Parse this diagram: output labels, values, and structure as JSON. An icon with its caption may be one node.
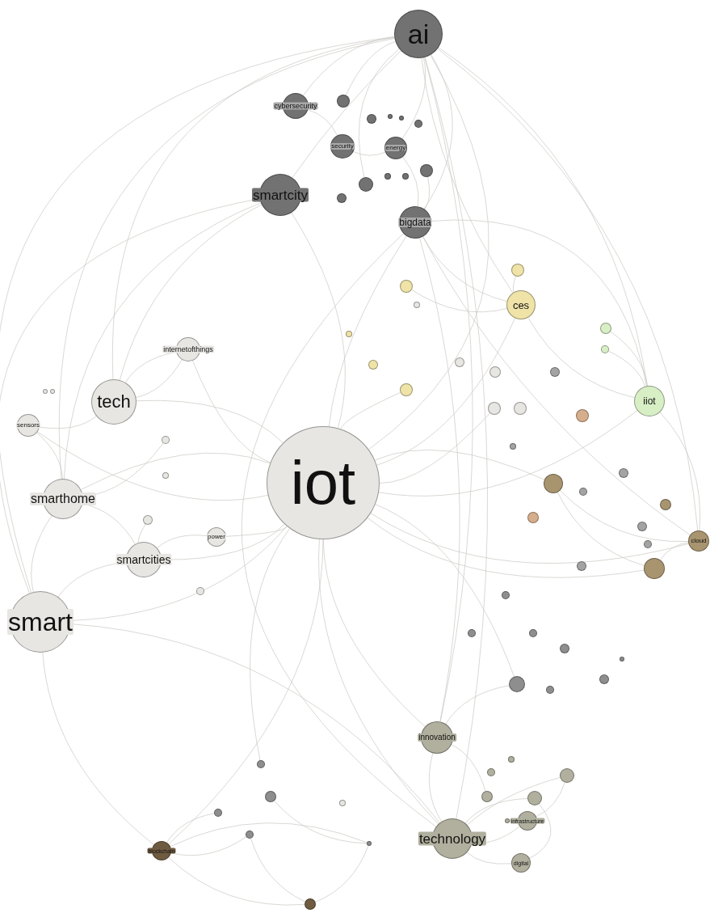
{
  "diagram": {
    "nodes": [
      {
        "text": [
          "ai"
        ]
      },
      {
        "text": [
          "cybersecurity"
        ]
      },
      {
        "text": [
          "security"
        ]
      },
      {
        "text": [
          "energy"
        ]
      },
      {
        "text": [
          "smartcity"
        ]
      },
      {
        "text": [
          "bigdata"
        ]
      },
      {
        "text": [
          "ces"
        ]
      },
      {
        "text": [
          "iiot"
        ]
      },
      {
        "text": [
          "internetofthings"
        ]
      },
      {
        "text": [
          "tech"
        ]
      },
      {
        "text": [
          "sensors"
        ]
      },
      {
        "text": [
          "smarthome"
        ]
      },
      {
        "text": [
          "smartcities"
        ]
      },
      {
        "text": [
          "smart"
        ]
      },
      {
        "text": [
          "iot"
        ]
      },
      {
        "text": [
          "power"
        ]
      },
      {
        "text": [
          "innovation"
        ]
      },
      {
        "text": [
          "technology"
        ]
      },
      {
        "text": [
          "infrastructure"
        ]
      },
      {
        "text": [
          "digital"
        ]
      },
      {
        "text": [
          "cloud"
        ]
      },
      {
        "text": [
          "blockchain"
        ]
      },
      {
        "text": [],
        "shape": "circle"
      },
      {
        "text": [],
        "shape": "circle"
      },
      {
        "text": [],
        "shape": "circle"
      },
      {
        "text": [],
        "shape": "circle"
      },
      {
        "text": [],
        "shape": "circle"
      },
      {
        "text": [],
        "shape": "circle"
      },
      {
        "text": [],
        "shape": "circle"
      },
      {
        "text": [],
        "shape": "circle"
      },
      {
        "text": [],
        "shape": "circle"
      },
      {
        "text": [],
        "shape": "circle"
      },
      {
        "text": [],
        "shape": "circle"
      },
      {
        "text": [],
        "shape": "circle"
      },
      {
        "text": [],
        "shape": "circle"
      },
      {
        "text": [],
        "shape": "circle"
      },
      {
        "text": [],
        "shape": "circle"
      },
      {
        "text": [],
        "shape": "circle"
      },
      {
        "text": [],
        "shape": "circle"
      },
      {
        "text": [],
        "shape": "circle"
      },
      {
        "text": [],
        "shape": "circle"
      },
      {
        "text": [],
        "shape": "circle"
      },
      {
        "text": [],
        "shape": "circle"
      },
      {
        "text": [],
        "shape": "circle"
      },
      {
        "text": [],
        "shape": "circle"
      },
      {
        "text": [],
        "shape": "circle"
      },
      {
        "text": [],
        "shape": "circle"
      },
      {
        "text": [],
        "shape": "circle"
      },
      {
        "text": [],
        "shape": "circle"
      },
      {
        "text": [],
        "shape": "circle"
      },
      {
        "text": [],
        "shape": "circle"
      },
      {
        "text": [],
        "shape": "circle"
      },
      {
        "text": [],
        "shape": "circle"
      },
      {
        "text": [],
        "shape": "circle"
      },
      {
        "text": [],
        "shape": "circle"
      },
      {
        "text": [],
        "shape": "circle"
      },
      {
        "text": [],
        "shape": "circle"
      },
      {
        "text": [],
        "shape": "circle"
      },
      {
        "text": [],
        "shape": "circle"
      },
      {
        "text": [],
        "shape": "circle"
      },
      {
        "text": [],
        "shape": "circle"
      },
      {
        "text": [],
        "shape": "circle"
      },
      {
        "text": [],
        "shape": "circle"
      },
      {
        "text": [],
        "shape": "circle"
      },
      {
        "text": [],
        "shape": "circle"
      },
      {
        "text": [],
        "shape": "circle"
      },
      {
        "text": [],
        "shape": "circle"
      },
      {
        "text": [],
        "shape": "circle"
      },
      {
        "text": [],
        "shape": "circle"
      },
      {
        "text": [],
        "shape": "circle"
      },
      {
        "text": [],
        "shape": "circle"
      },
      {
        "text": [],
        "shape": "circle"
      },
      {
        "text": [],
        "shape": "circle"
      },
      {
        "text": [],
        "shape": "circle"
      },
      {
        "text": [],
        "shape": "circle"
      },
      {
        "text": [],
        "shape": "circle"
      },
      {
        "text": [],
        "shape": "circle"
      },
      {
        "text": [],
        "shape": "circle"
      },
      {
        "text": [],
        "shape": "circle"
      },
      {
        "text": [],
        "shape": "circle"
      },
      {
        "text": [],
        "shape": "circle"
      },
      {
        "text": [],
        "shape": "circle"
      },
      {
        "text": [],
        "shape": "circle"
      }
    ],
    "edges": [
      {
        "from": 0,
        "to": 4,
        "arrow": "none"
      },
      {
        "from": 0,
        "to": 5,
        "arrow": "none"
      },
      {
        "from": 0,
        "to": 1,
        "arrow": "none"
      },
      {
        "from": 0,
        "to": 3,
        "arrow": "none"
      },
      {
        "from": 0,
        "to": 14,
        "arrow": "none"
      },
      {
        "from": 0,
        "to": 9,
        "arrow": "none"
      },
      {
        "from": 0,
        "to": 13,
        "arrow": "none"
      },
      {
        "from": 0,
        "to": 7,
        "arrow": "none"
      },
      {
        "from": 0,
        "to": 20,
        "arrow": "none"
      },
      {
        "from": 0,
        "to": 17,
        "arrow": "none"
      },
      {
        "from": 0,
        "to": 16,
        "arrow": "none"
      },
      {
        "from": 0,
        "to": 6,
        "arrow": "none"
      },
      {
        "from": 0,
        "to": 11,
        "arrow": "none"
      },
      {
        "from": 14,
        "to": 9,
        "arrow": "none"
      },
      {
        "from": 14,
        "to": 11,
        "arrow": "none"
      },
      {
        "from": 14,
        "to": 12,
        "arrow": "none"
      },
      {
        "from": 14,
        "to": 13,
        "arrow": "none"
      },
      {
        "from": 14,
        "to": 8,
        "arrow": "none"
      },
      {
        "from": 14,
        "to": 4,
        "arrow": "none"
      },
      {
        "from": 14,
        "to": 5,
        "arrow": "none"
      },
      {
        "from": 14,
        "to": 6,
        "arrow": "none"
      },
      {
        "from": 14,
        "to": 7,
        "arrow": "none"
      },
      {
        "from": 14,
        "to": 16,
        "arrow": "none"
      },
      {
        "from": 14,
        "to": 17,
        "arrow": "none"
      },
      {
        "from": 14,
        "to": 20,
        "arrow": "none"
      },
      {
        "from": 14,
        "to": 46,
        "arrow": "none"
      },
      {
        "from": 14,
        "to": 10,
        "arrow": "none"
      },
      {
        "from": 14,
        "to": 15,
        "arrow": "none"
      },
      {
        "from": 14,
        "to": 54,
        "arrow": "none"
      },
      {
        "from": 14,
        "to": 21,
        "arrow": "none"
      },
      {
        "from": 4,
        "to": 13,
        "arrow": "none"
      },
      {
        "from": 4,
        "to": 11,
        "arrow": "none"
      },
      {
        "from": 4,
        "to": 9,
        "arrow": "none"
      },
      {
        "from": 1,
        "to": 2,
        "arrow": "none"
      },
      {
        "from": 2,
        "to": 3,
        "arrow": "none"
      },
      {
        "from": 3,
        "to": 5,
        "arrow": "none"
      },
      {
        "from": 5,
        "to": 6,
        "arrow": "none"
      },
      {
        "from": 5,
        "to": 7,
        "arrow": "none"
      },
      {
        "from": 5,
        "to": 20,
        "arrow": "none"
      },
      {
        "from": 6,
        "to": 32,
        "arrow": "none"
      },
      {
        "from": 6,
        "to": 7,
        "arrow": "none"
      },
      {
        "from": 7,
        "to": 44,
        "arrow": "none"
      },
      {
        "from": 7,
        "to": 45,
        "arrow": "none"
      },
      {
        "from": 9,
        "to": 10,
        "arrow": "none"
      },
      {
        "from": 9,
        "to": 8,
        "arrow": "none"
      },
      {
        "from": 10,
        "to": 11,
        "arrow": "none"
      },
      {
        "from": 11,
        "to": 13,
        "arrow": "none"
      },
      {
        "from": 11,
        "to": 12,
        "arrow": "none"
      },
      {
        "from": 12,
        "to": 13,
        "arrow": "none"
      },
      {
        "from": 12,
        "to": 15,
        "arrow": "none"
      },
      {
        "from": 13,
        "to": 21,
        "arrow": "none"
      },
      {
        "from": 13,
        "to": 17,
        "arrow": "none"
      },
      {
        "from": 16,
        "to": 17,
        "arrow": "none"
      },
      {
        "from": 16,
        "to": 75,
        "arrow": "none"
      },
      {
        "from": 17,
        "to": 19,
        "arrow": "none"
      },
      {
        "from": 17,
        "to": 18,
        "arrow": "none"
      },
      {
        "from": 17,
        "to": 78,
        "arrow": "none"
      },
      {
        "from": 17,
        "to": 79,
        "arrow": "none"
      },
      {
        "from": 21,
        "to": 72,
        "arrow": "none"
      },
      {
        "from": 21,
        "to": 70,
        "arrow": "none"
      },
      {
        "from": 21,
        "to": 71,
        "arrow": "none"
      },
      {
        "from": 72,
        "to": 71,
        "arrow": "none"
      },
      {
        "from": 72,
        "to": 73,
        "arrow": "none"
      },
      {
        "from": 21,
        "to": 73,
        "arrow": "none"
      },
      {
        "from": 69,
        "to": 73,
        "arrow": "none"
      },
      {
        "from": 46,
        "to": 20,
        "arrow": "none"
      },
      {
        "from": 46,
        "to": 54,
        "arrow": "none"
      },
      {
        "from": 54,
        "to": 20,
        "arrow": "none"
      },
      {
        "from": 16,
        "to": 5,
        "arrow": "none"
      },
      {
        "from": 17,
        "to": 5,
        "arrow": "none"
      },
      {
        "from": 18,
        "to": 79,
        "arrow": "none"
      },
      {
        "from": 19,
        "to": 78,
        "arrow": "none"
      },
      {
        "from": 61,
        "to": 16,
        "arrow": "none"
      },
      {
        "from": 20,
        "to": 7,
        "arrow": "none"
      },
      {
        "from": 8,
        "to": 9,
        "arrow": "none"
      },
      {
        "from": 12,
        "to": 64,
        "arrow": "none"
      },
      {
        "from": 11,
        "to": 62,
        "arrow": "none"
      },
      {
        "from": 0,
        "to": 28,
        "arrow": "none"
      },
      {
        "from": 0,
        "to": 22,
        "arrow": "none"
      },
      {
        "from": 14,
        "to": 37,
        "arrow": "none"
      },
      {
        "from": 14,
        "to": 41,
        "arrow": "none"
      },
      {
        "from": 14,
        "to": 61,
        "arrow": "none"
      },
      {
        "from": 14,
        "to": 68,
        "arrow": "none"
      },
      {
        "from": 6,
        "to": 33,
        "arrow": "none"
      },
      {
        "from": 5,
        "to": 27,
        "arrow": "none"
      }
    ]
  }
}
